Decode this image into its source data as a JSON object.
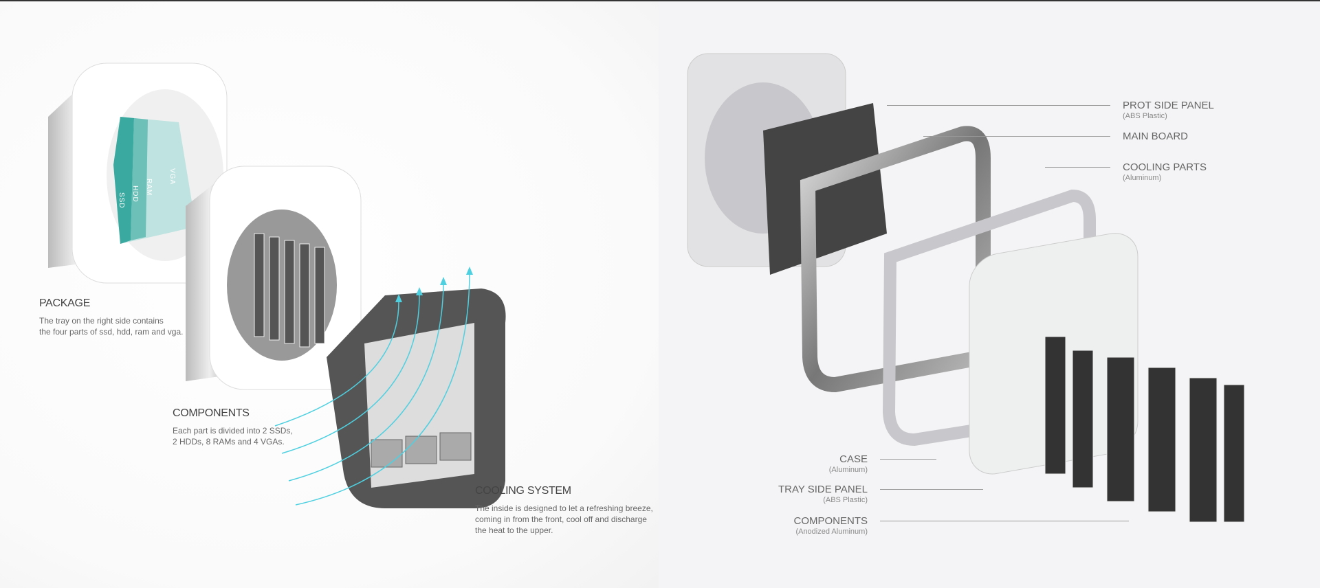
{
  "left": {
    "package": {
      "title": "PACKAGE",
      "lines": [
        "The tray on the right side contains",
        "the four parts of ssd, hdd, ram and vga."
      ],
      "tray_labels": [
        "SSD",
        "HDD",
        "RAM",
        "VGA"
      ]
    },
    "components": {
      "title": "COMPONENTS",
      "lines": [
        "Each part is divided into 2 SSDs,",
        "2 HDDs, 8 RAMs and 4 VGAs."
      ]
    },
    "cooling": {
      "title": "COOLING SYSTEM",
      "lines": [
        "The inside is designed to let a refreshing breeze,",
        "coming in from the front, cool off and discharge",
        "the heat to the upper."
      ]
    }
  },
  "right": {
    "labels": [
      {
        "title": "PROT SIDE PANEL",
        "sub": "(ABS Plastic)"
      },
      {
        "title": "MAIN BOARD",
        "sub": ""
      },
      {
        "title": "COOLING PARTS",
        "sub": "(Aluminum)"
      },
      {
        "title": "CASE",
        "sub": "(Aluminum)"
      },
      {
        "title": "TRAY SIDE PANEL",
        "sub": "(ABS Plastic)"
      },
      {
        "title": "COMPONENTS",
        "sub": "(Anodized Aluminum)"
      }
    ]
  },
  "colors": {
    "accent": "#4fd0e0",
    "teal": "#3aa9a0",
    "bg_right": "#f4f4f6"
  }
}
